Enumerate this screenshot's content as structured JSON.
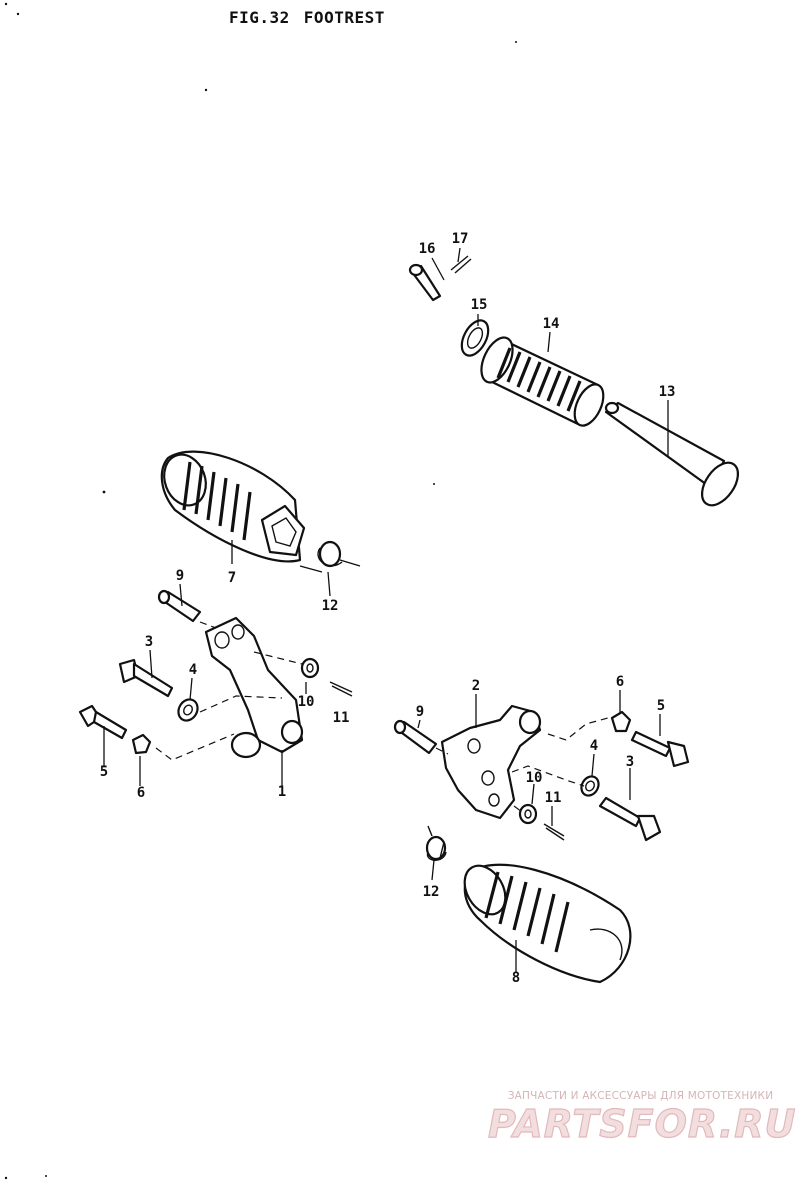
{
  "header": {
    "figure_number": "FIG.32",
    "figure_title": "FOOTREST"
  },
  "callouts": {
    "c1": "1",
    "c2": "2",
    "c3a": "3",
    "c3b": "3",
    "c4a": "4",
    "c4b": "4",
    "c5a": "5",
    "c5b": "5",
    "c6a": "6",
    "c6b": "6",
    "c7": "7",
    "c8": "8",
    "c9a": "9",
    "c9b": "9",
    "c10a": "10",
    "c10b": "10",
    "c11a": "11",
    "c11b": "11",
    "c12a": "12",
    "c12b": "12",
    "c13": "13",
    "c14": "14",
    "c15": "15",
    "c16": "16",
    "c17": "17"
  },
  "watermark": {
    "caption": "ЗАПЧАСТИ И АКСЕССУАРЫ ДЛЯ МОТОТЕХНИКИ",
    "logo": "PARTSFOR.RU",
    "logo_color": "#e8b6b8"
  }
}
